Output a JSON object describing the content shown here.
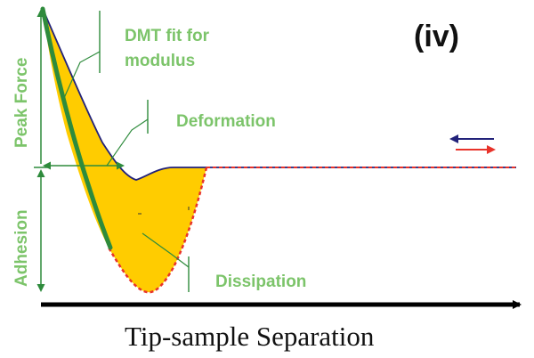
{
  "panel_label": "(iv)",
  "labels": {
    "peak_force": "Peak Force",
    "adhesion": "Adhesion",
    "dmt_line1": "DMT fit for",
    "dmt_line2": "modulus",
    "deformation": "Deformation",
    "dissipation": "Dissipation",
    "x_axis": "Tip-sample Separation"
  },
  "colors": {
    "fill": "#ffcc00",
    "approach_curve": "#22227a",
    "retract_curve": "#e8332a",
    "dmt_fit": "#2e8b3c",
    "annotation": "#2e8b3c",
    "label_text": "#7cc46a",
    "axis": "#000000"
  },
  "legend": {
    "approach_arrow": "left",
    "retract_arrow": "right"
  },
  "icons": [
    "arrow-left-icon",
    "arrow-right-icon"
  ]
}
